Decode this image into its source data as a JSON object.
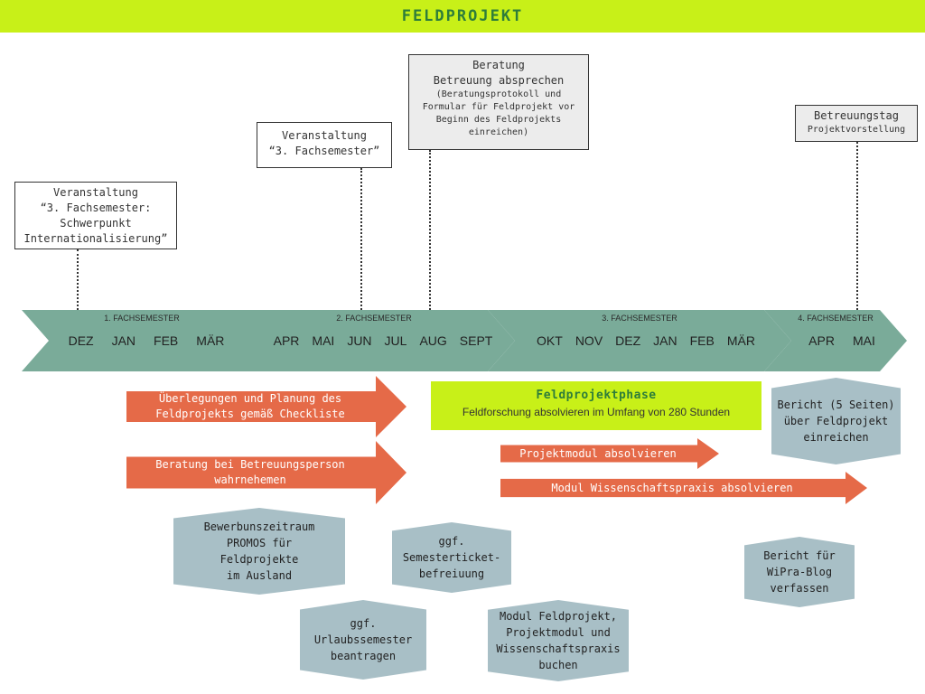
{
  "title": "FELDPROJEKT",
  "boxes": {
    "b1": {
      "line1": "Veranstaltung",
      "line2": "“3. Fachsemester:",
      "line3": "Schwerpunkt",
      "line4": "Internationalisierung”"
    },
    "b2": {
      "line1": "Veranstaltung",
      "line2": "“3. Fachsemester”"
    },
    "b3": {
      "line1": "Beratung",
      "line2": "Betreuung absprechen",
      "line3": "(Beratungsprotokoll und",
      "line4": "Formular für Feldprojekt vor",
      "line5": "Beginn des Feldprojekts",
      "line6": "einreichen)"
    },
    "b4": {
      "line1": "Betreuungstag",
      "line2": "Projektvorstellung"
    }
  },
  "timeline": [
    {
      "semester": "1. FACHSEMESTER",
      "months": [
        "DEZ",
        "JAN",
        "FEB",
        "MÄR"
      ]
    },
    {
      "semester": "2. FACHSEMESTER",
      "months": [
        "APR",
        "MAI",
        "JUN",
        "JUL",
        "AUG",
        "SEPT"
      ]
    },
    {
      "semester": "3. FACHSEMESTER",
      "months": [
        "OKT",
        "NOV",
        "DEZ",
        "JAN",
        "FEB",
        "MÄR"
      ]
    },
    {
      "semester": "4. FACHSEMESTER",
      "months": [
        "APR",
        "MAI"
      ]
    }
  ],
  "arrows": {
    "a1": {
      "line1": "Überlegungen und Planung des",
      "line2": "Feldprojekts gemäß Checkliste"
    },
    "a2": {
      "line1": "Beratung bei Betreuungsperson",
      "line2": "wahrnehemen"
    },
    "a3": {
      "line1": "Projektmodul absolvieren"
    },
    "a4": {
      "line1": "Modul Wissenschaftspraxis absolvieren"
    }
  },
  "phase": {
    "title": "Feldprojektphase",
    "subtitle": "Feldforschung absolvieren im Umfang von 280 Stunden"
  },
  "hexes": {
    "h1": {
      "lines": [
        "Bewerbunszeitraum",
        "PROMOS für",
        "Feldprojekte",
        "im Ausland"
      ]
    },
    "h2": {
      "lines": [
        "ggf.",
        "Semesterticket-",
        "befreiuung"
      ]
    },
    "h3": {
      "lines": [
        "ggf.",
        "Urlaubssemester",
        "beantragen"
      ]
    },
    "h4": {
      "lines": [
        "Modul Feldprojekt,",
        "Projektmodul und",
        "Wissenschaftspraxis",
        "buchen"
      ]
    },
    "h5": {
      "lines": [
        "Bericht (5 Seiten)",
        "über Feldprojekt",
        "einreichen"
      ]
    },
    "h6": {
      "lines": [
        "Bericht für",
        "WiPra-Blog",
        "verfassen"
      ]
    }
  },
  "colors": {
    "header": "#c8f018",
    "timeline": "#7aab99",
    "arrow": "#e56a48",
    "hex": "#a8bfc6",
    "title": "#2e7d3a"
  }
}
